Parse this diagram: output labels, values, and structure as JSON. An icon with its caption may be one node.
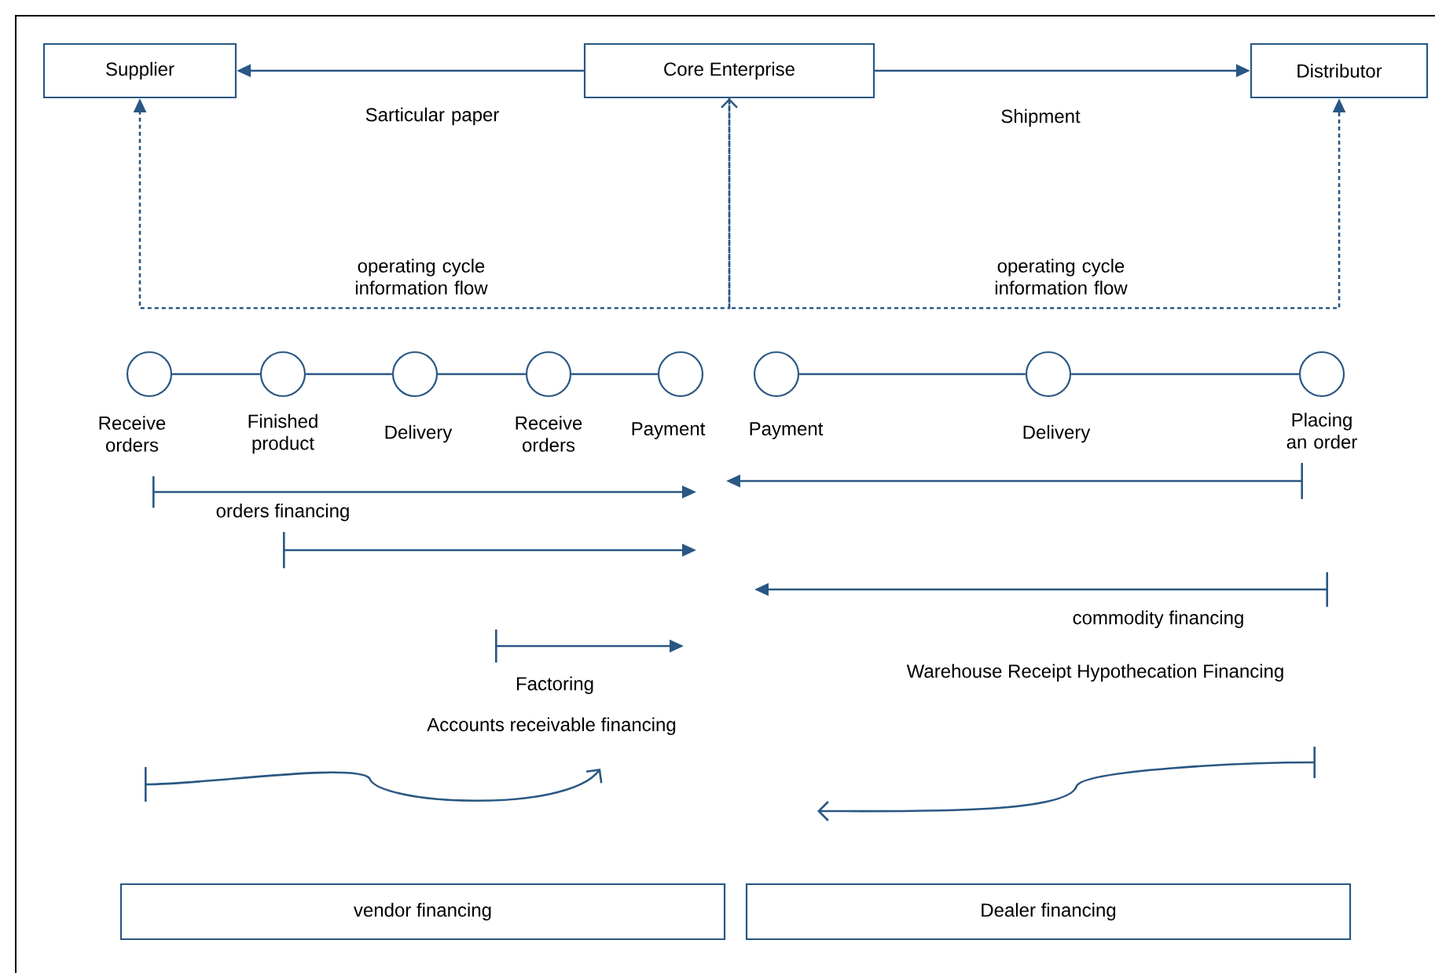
{
  "diagram": {
    "nodes": [
      {
        "text": [
          "Supplier"
        ]
      },
      {
        "text": [
          "Core Enterprise"
        ]
      },
      {
        "text": [
          "Distributor"
        ]
      },
      {
        "text": [],
        "shape": "circle",
        "beside": [
          "Receive orders"
        ]
      },
      {
        "text": [],
        "shape": "circle",
        "beside": [
          "Finished product"
        ]
      },
      {
        "text": [],
        "shape": "circle",
        "beside": [
          "Delivery"
        ]
      },
      {
        "text": [],
        "shape": "circle",
        "beside": [
          "Receive orders"
        ]
      },
      {
        "text": [],
        "shape": "circle",
        "beside": [
          "Payment"
        ]
      },
      {
        "text": [],
        "shape": "circle",
        "beside": [
          "Payment"
        ]
      },
      {
        "text": [],
        "shape": "circle",
        "beside": [
          "Delivery"
        ]
      },
      {
        "text": [],
        "shape": "circle",
        "beside": [
          "Placing an order"
        ]
      },
      {
        "text": [
          "vendor financing"
        ]
      },
      {
        "text": [
          "Dealer financing"
        ]
      }
    ],
    "edges": [
      {
        "from": 1,
        "to": 0,
        "arrow": "to",
        "label": "Sarticular paper"
      },
      {
        "from": 1,
        "to": 2,
        "arrow": "to",
        "label": "Shipment"
      },
      {
        "from": 1,
        "to": 0,
        "arrow": "both",
        "style": "dashed",
        "label": "operating cycle information flow"
      },
      {
        "from": 1,
        "to": 2,
        "arrow": "to",
        "style": "dashed",
        "label": "operating cycle information flow"
      },
      {
        "from": 3,
        "to": 4,
        "arrow": "none"
      },
      {
        "from": 4,
        "to": 5,
        "arrow": "none"
      },
      {
        "from": 5,
        "to": 6,
        "arrow": "none"
      },
      {
        "from": 6,
        "to": 7,
        "arrow": "none"
      },
      {
        "from": 8,
        "to": 9,
        "arrow": "none"
      },
      {
        "from": 9,
        "to": 10,
        "arrow": "none"
      }
    ],
    "labels": [
      "orders financing",
      "commodity financing",
      "Warehouse Receipt Hypothecation Financing",
      "Factoring",
      "Accounts receivable financing"
    ]
  }
}
